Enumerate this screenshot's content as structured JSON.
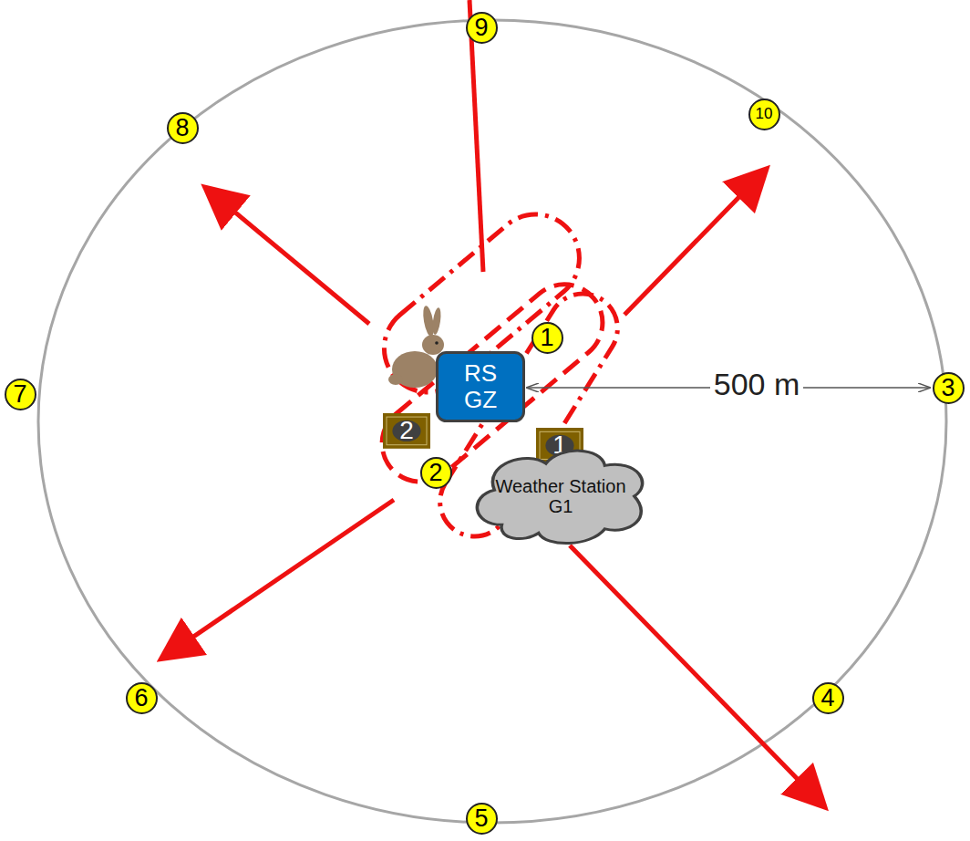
{
  "diagram": {
    "nodes": [
      {
        "text": [
          "RS GZ"
        ]
      },
      {
        "text": [
          "2"
        ]
      },
      {
        "text": [
          "1"
        ]
      },
      {
        "text": [
          "Weather Station G1"
        ]
      }
    ],
    "labels": [
      "9",
      "8",
      "10",
      "1",
      "7",
      "3",
      "500 m",
      "2",
      "6",
      "4",
      "5"
    ]
  }
}
